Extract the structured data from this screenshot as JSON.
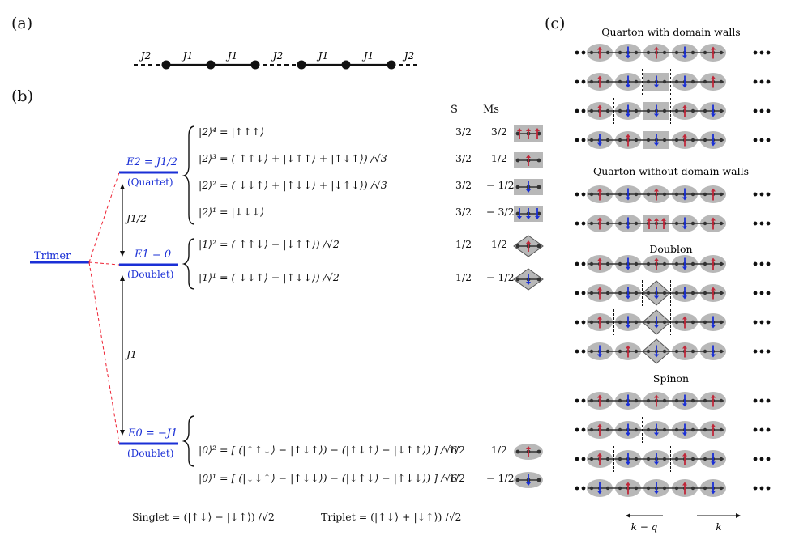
{
  "panels": {
    "a": "(a)",
    "b": "(b)",
    "c": "(c)"
  },
  "chain": {
    "bonds": [
      "J2",
      "J1",
      "J1",
      "J2",
      "J1",
      "J1",
      "J2"
    ]
  },
  "levels": {
    "trimer": "Trimer",
    "e2": "E2 = J1/2",
    "e2_type": "(Quartet)",
    "e1": "E1 = 0",
    "e1_type": "(Doublet)",
    "e0": "E0 = −J1",
    "e0_type": "(Doublet)",
    "gap_small": "J1/2",
    "gap_large": "J1"
  },
  "headers": {
    "s": "S",
    "ms": "Ms"
  },
  "states": [
    {
      "label": "|2⟩⁴ = |↑↑↑⟩",
      "s": "3/2",
      "ms": "3/2",
      "icon": "box-three-up"
    },
    {
      "label": "|2⟩³ = (|↑↑↓⟩ + |↓↑↑⟩ + |↑↓↑⟩) /√3",
      "s": "3/2",
      "ms": "1/2",
      "icon": "box-up"
    },
    {
      "label": "|2⟩² = (|↓↓↑⟩ + |↑↓↓⟩ + |↓↑↓⟩) /√3",
      "s": "3/2",
      "ms": "− 1/2",
      "icon": "box-down"
    },
    {
      "label": "|2⟩¹ = |↓↓↓⟩",
      "s": "3/2",
      "ms": "− 3/2",
      "icon": "box-three-down"
    },
    {
      "label": "|1⟩² = (|↑↑↓⟩ − |↓↑↑⟩) /√2",
      "s": "1/2",
      "ms": "1/2",
      "icon": "diamond-up"
    },
    {
      "label": "|1⟩¹ = (|↓↓↑⟩ − |↑↓↓⟩) /√2",
      "s": "1/2",
      "ms": "− 1/2",
      "icon": "diamond-down"
    },
    {
      "label": "|0⟩² = [ (|↑↑↓⟩ − |↑↓↑⟩) − (|↑↓↑⟩ − |↓↑↑⟩) ] /√6",
      "s": "1/2",
      "ms": "1/2",
      "icon": "ellipse-up"
    },
    {
      "label": "|0⟩¹ = [ (|↓↓↑⟩ − |↑↓↓⟩) − (|↓↑↓⟩ − |↑↓↓⟩) ] /√6",
      "s": "1/2",
      "ms": "− 1/2",
      "icon": "ellipse-down"
    }
  ],
  "footer": {
    "singlet": "Singlet = (|↑↓⟩ − |↓↑⟩) /√2",
    "triplet": "Triplet = (|↑↓⟩ + |↓↑⟩) /√2"
  },
  "panel_c": {
    "titles": [
      "Quarton with domain walls",
      "Quarton without domain walls",
      "Doublon",
      "Spinon"
    ],
    "k_left": "k − q",
    "k_right": "k",
    "rows": [
      [
        "u",
        "d",
        "u",
        "d",
        "u"
      ],
      [
        "u",
        "d",
        "D",
        "d",
        "u"
      ],
      [
        "u",
        "d",
        "D",
        "u",
        "d"
      ],
      [
        "d",
        "u",
        "D",
        "u",
        "d"
      ],
      [
        "u",
        "d",
        "u",
        "d",
        "u"
      ],
      [
        "u",
        "d",
        "T",
        "d",
        "u"
      ],
      [
        "u",
        "d",
        "u",
        "d",
        "u"
      ],
      [
        "u",
        "d",
        "V",
        "d",
        "u"
      ],
      [
        "u",
        "d",
        "V",
        "u",
        "d"
      ],
      [
        "d",
        "u",
        "V",
        "u",
        "d"
      ],
      [
        "u",
        "d",
        "u",
        "d",
        "u"
      ],
      [
        "u",
        "d",
        "d",
        "d",
        "u"
      ],
      [
        "u",
        "d",
        "d",
        "u",
        "d"
      ],
      [
        "d",
        "u",
        "d",
        "u",
        "d"
      ]
    ],
    "walls": [
      [],
      [
        2,
        3
      ],
      [
        1,
        3
      ],
      [],
      [],
      [],
      [],
      [
        2,
        3
      ],
      [
        1,
        3
      ],
      [],
      [],
      [
        2
      ],
      [
        1,
        3
      ],
      []
    ]
  },
  "colors": {
    "up": "#c0283a",
    "down": "#1a2fd6",
    "level": "#1a2fd6",
    "cell": "#b8b8b8"
  }
}
